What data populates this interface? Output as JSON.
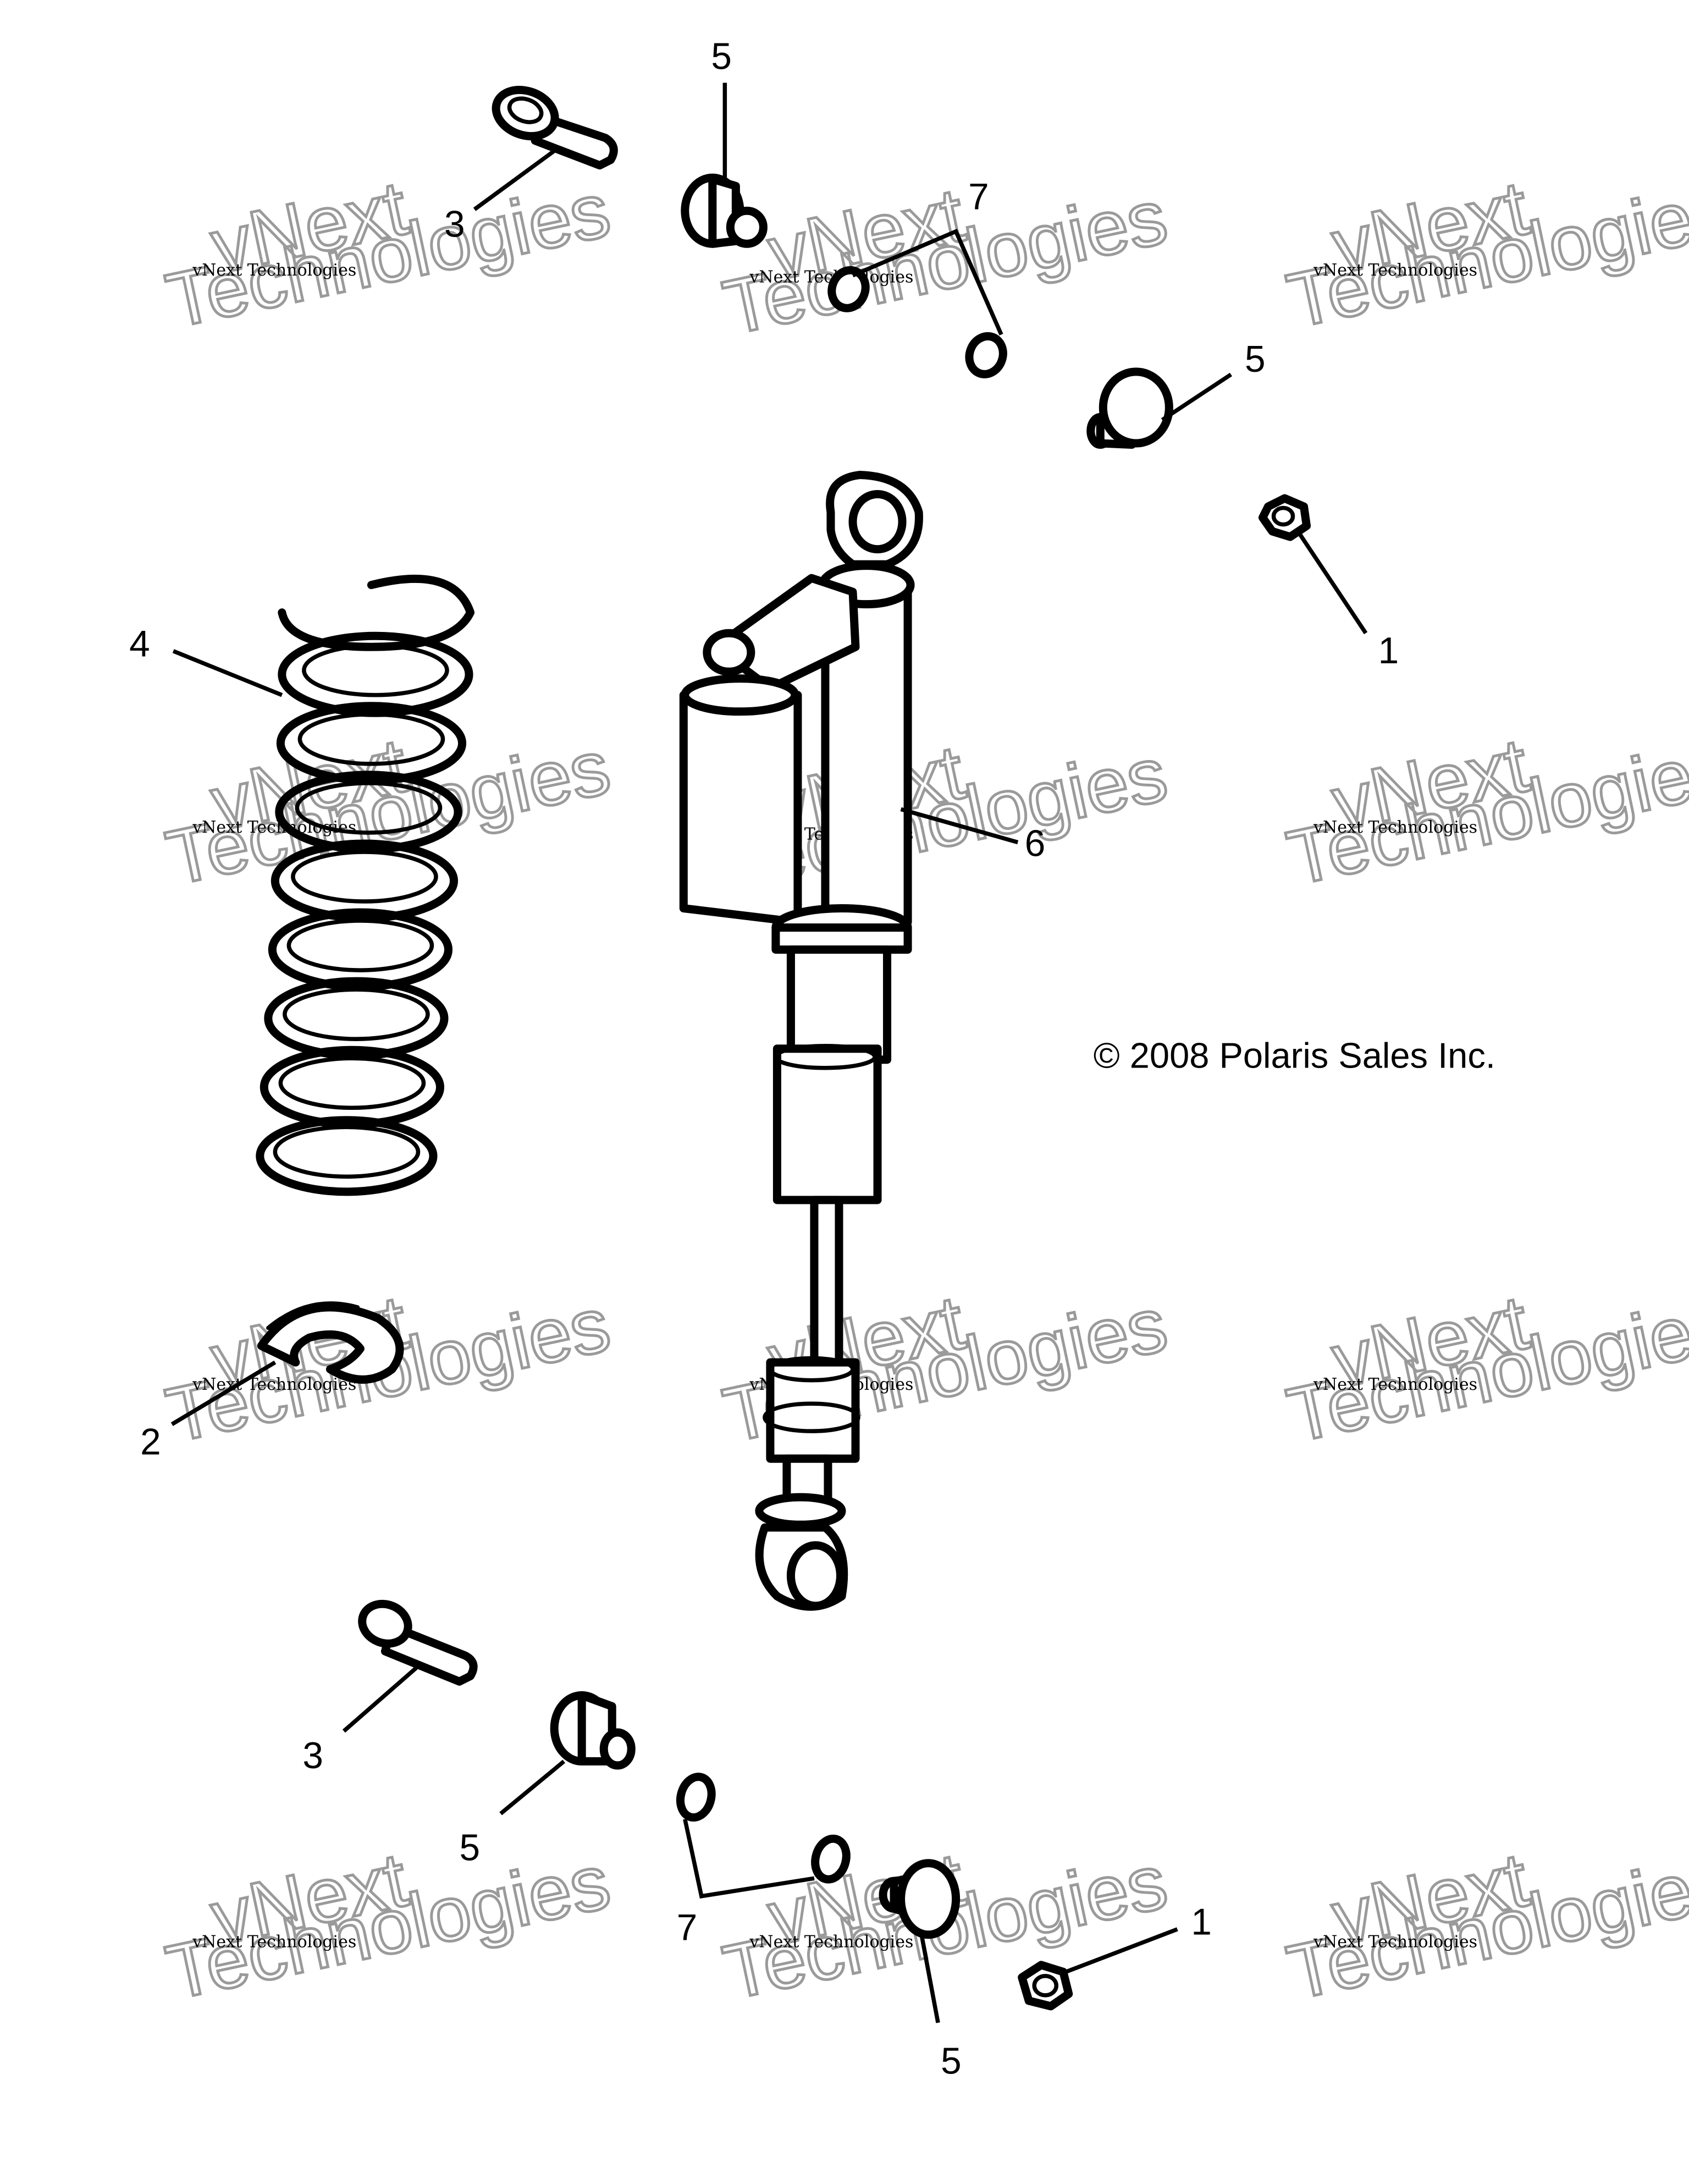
{
  "copyright": "© 2008 Polaris Sales Inc.",
  "watermark": {
    "line1": "vNext Technologies",
    "line2": "vNext",
    "line3": "Technologies"
  },
  "callouts": {
    "bolt_top": "3",
    "bushing_top_left": "5",
    "washer_top": "7",
    "bushing_top_right": "5",
    "nut_top": "1",
    "spring": "4",
    "shock": "6",
    "spring_seat": "2",
    "bolt_bottom": "3",
    "bushing_bottom_left": "5",
    "washer_bottom": "7",
    "bushing_bottom_right": "5",
    "nut_bottom": "1"
  }
}
